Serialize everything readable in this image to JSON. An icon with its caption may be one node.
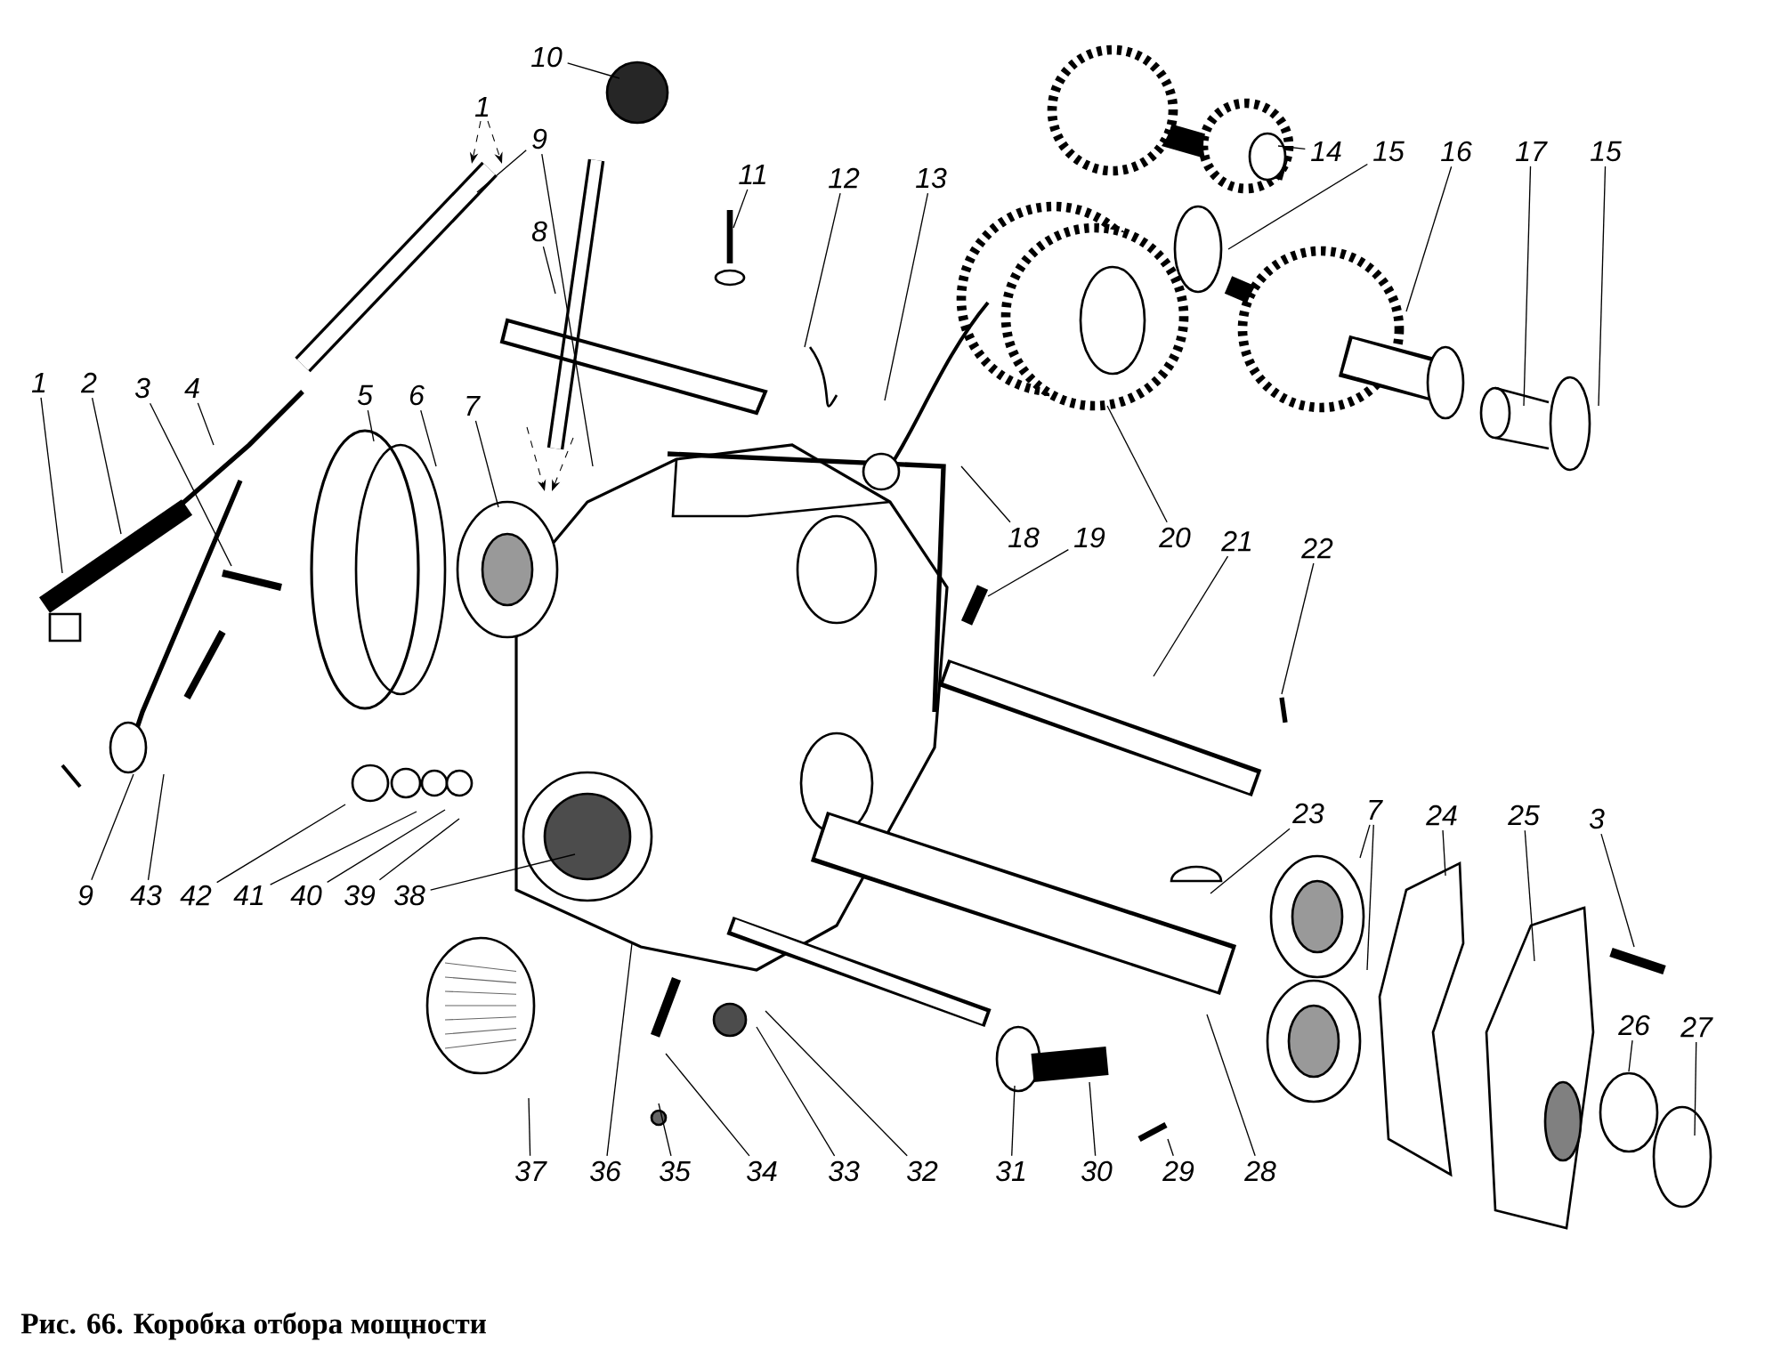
{
  "diagram": {
    "caption": "Рис. 66. Коробка отбора мощности",
    "nodes": [
      {
        "text": [
          "1"
        ]
      },
      {
        "text": [
          "2"
        ]
      },
      {
        "text": [
          "3"
        ]
      },
      {
        "text": [
          "4"
        ]
      },
      {
        "text": [
          "5"
        ]
      },
      {
        "text": [
          "6"
        ]
      },
      {
        "text": [
          "7"
        ]
      },
      {
        "text": [
          "8"
        ]
      },
      {
        "text": [
          "9"
        ]
      },
      {
        "text": [
          "10"
        ]
      },
      {
        "text": [
          "11"
        ]
      },
      {
        "text": [
          "12"
        ]
      },
      {
        "text": [
          "13"
        ]
      },
      {
        "text": [
          "14"
        ]
      },
      {
        "text": [
          "15"
        ]
      },
      {
        "text": [
          "16"
        ]
      },
      {
        "text": [
          "17"
        ]
      },
      {
        "text": [
          "15"
        ]
      },
      {
        "text": [
          "18"
        ]
      },
      {
        "text": [
          "19"
        ]
      },
      {
        "text": [
          "20"
        ]
      },
      {
        "text": [
          "21"
        ]
      },
      {
        "text": [
          "22"
        ]
      },
      {
        "text": [
          "23"
        ]
      },
      {
        "text": [
          "7"
        ]
      },
      {
        "text": [
          "24"
        ]
      },
      {
        "text": [
          "25"
        ]
      },
      {
        "text": [
          "3"
        ]
      },
      {
        "text": [
          "26"
        ]
      },
      {
        "text": [
          "27"
        ]
      },
      {
        "text": [
          "28"
        ]
      },
      {
        "text": [
          "29"
        ]
      },
      {
        "text": [
          "30"
        ]
      },
      {
        "text": [
          "31"
        ]
      },
      {
        "text": [
          "32"
        ]
      },
      {
        "text": [
          "33"
        ]
      },
      {
        "text": [
          "34"
        ]
      },
      {
        "text": [
          "35"
        ]
      },
      {
        "text": [
          "36"
        ]
      },
      {
        "text": [
          "37"
        ]
      },
      {
        "text": [
          "38"
        ]
      },
      {
        "text": [
          "39"
        ]
      },
      {
        "text": [
          "40"
        ]
      },
      {
        "text": [
          "41"
        ]
      },
      {
        "text": [
          "42"
        ]
      },
      {
        "text": [
          "43"
        ]
      },
      {
        "text": [
          "9"
        ]
      }
    ],
    "edges": [
      {
        "from": 0,
        "to": null,
        "arrow": "none"
      },
      {
        "from": 1,
        "to": null,
        "arrow": "none"
      },
      {
        "from": 2,
        "to": null,
        "arrow": "none"
      },
      {
        "from": 3,
        "to": null,
        "arrow": "none"
      },
      {
        "from": 4,
        "to": null,
        "arrow": "none"
      },
      {
        "from": 5,
        "to": null,
        "arrow": "none"
      },
      {
        "from": 6,
        "to": null,
        "arrow": "none"
      },
      {
        "from": 7,
        "to": null,
        "arrow": "none"
      },
      {
        "from": 8,
        "to": null,
        "arrow": "none"
      },
      {
        "from": 8,
        "to": null,
        "arrow": "none"
      },
      {
        "from": 9,
        "to": null,
        "arrow": "none"
      },
      {
        "from": 10,
        "to": null,
        "arrow": "none"
      },
      {
        "from": 11,
        "to": null,
        "arrow": "none"
      },
      {
        "from": 12,
        "to": null,
        "arrow": "none"
      },
      {
        "from": 13,
        "to": null,
        "arrow": "none"
      },
      {
        "from": 14,
        "to": null,
        "arrow": "none"
      },
      {
        "from": 15,
        "to": null,
        "arrow": "none"
      },
      {
        "from": 16,
        "to": null,
        "arrow": "none"
      },
      {
        "from": 17,
        "to": null,
        "arrow": "none"
      },
      {
        "from": 18,
        "to": null,
        "arrow": "none"
      },
      {
        "from": 19,
        "to": null,
        "arrow": "none"
      },
      {
        "from": 20,
        "to": null,
        "arrow": "none"
      },
      {
        "from": 21,
        "to": null,
        "arrow": "none"
      },
      {
        "from": 22,
        "to": null,
        "arrow": "none"
      },
      {
        "from": 23,
        "to": null,
        "arrow": "none"
      },
      {
        "from": 24,
        "to": null,
        "arrow": "none"
      },
      {
        "from": 24,
        "to": null,
        "arrow": "none"
      },
      {
        "from": 25,
        "to": null,
        "arrow": "none"
      },
      {
        "from": 26,
        "to": null,
        "arrow": "none"
      },
      {
        "from": 27,
        "to": null,
        "arrow": "none"
      },
      {
        "from": 28,
        "to": null,
        "arrow": "none"
      },
      {
        "from": 29,
        "to": null,
        "arrow": "none"
      },
      {
        "from": 30,
        "to": null,
        "arrow": "none"
      },
      {
        "from": 31,
        "to": null,
        "arrow": "none"
      },
      {
        "from": 32,
        "to": null,
        "arrow": "none"
      },
      {
        "from": 33,
        "to": null,
        "arrow": "none"
      },
      {
        "from": 34,
        "to": null,
        "arrow": "none"
      },
      {
        "from": 35,
        "to": null,
        "arrow": "none"
      },
      {
        "from": 36,
        "to": null,
        "arrow": "none"
      },
      {
        "from": 37,
        "to": null,
        "arrow": "none"
      },
      {
        "from": 38,
        "to": null,
        "arrow": "none"
      },
      {
        "from": 39,
        "to": null,
        "arrow": "none"
      },
      {
        "from": 40,
        "to": null,
        "arrow": "none"
      },
      {
        "from": 41,
        "to": null,
        "arrow": "none"
      },
      {
        "from": 42,
        "to": null,
        "arrow": "none"
      },
      {
        "from": 43,
        "to": null,
        "arrow": "none"
      },
      {
        "from": 44,
        "to": null,
        "arrow": "none"
      },
      {
        "from": 45,
        "to": null,
        "arrow": "none"
      },
      {
        "from": 46,
        "to": null,
        "arrow": "none"
      }
    ],
    "labels": [
      "1"
    ]
  }
}
